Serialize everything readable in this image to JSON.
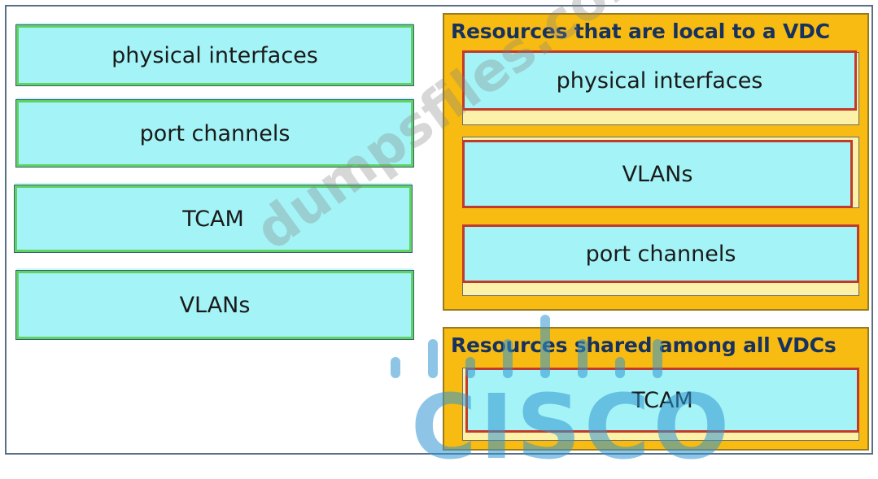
{
  "source_items": [
    {
      "label": "physical interfaces"
    },
    {
      "label": "port channels"
    },
    {
      "label": "TCAM"
    },
    {
      "label": "VLANs"
    }
  ],
  "local_panel": {
    "title": "Resources that are local to a VDC",
    "items": [
      {
        "label": "physical interfaces"
      },
      {
        "label": "VLANs"
      },
      {
        "label": "port channels"
      }
    ]
  },
  "shared_panel": {
    "title": "Resources shared among all VDCs",
    "items": [
      {
        "label": "TCAM"
      }
    ]
  },
  "watermark": {
    "text": "dumpsfiles.com",
    "logo_text": "CISCO"
  },
  "colors": {
    "item_fill": "#a4f3f6",
    "source_border": "#5fd35f",
    "target_border": "#c23a2c",
    "panel_fill": "#f7bb12",
    "slot_fill": "#fbf1a8",
    "title_text": "#17325e"
  }
}
